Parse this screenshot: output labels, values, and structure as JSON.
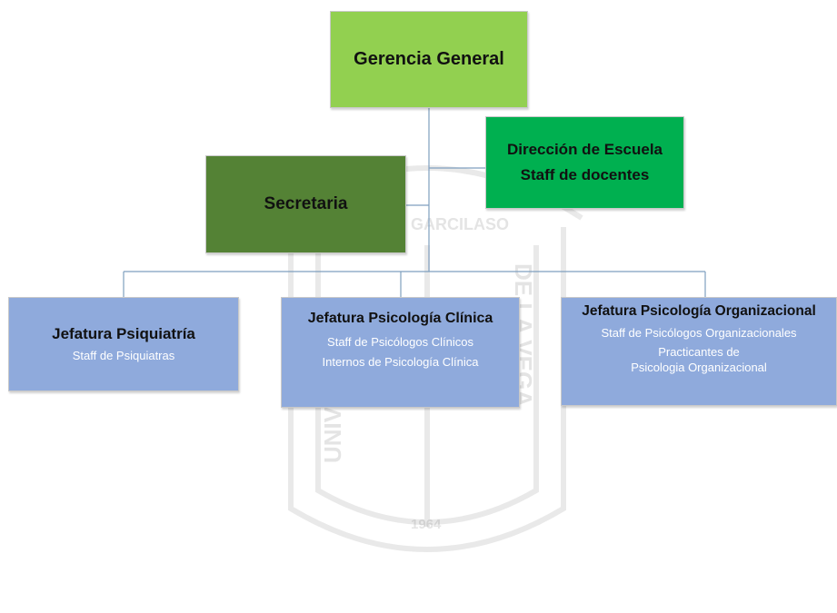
{
  "gerencia": {
    "title": "Gerencia General"
  },
  "direccion": {
    "title": "Dirección de Escuela",
    "subtitle": "Staff de docentes"
  },
  "secretaria": {
    "title": "Secretaria"
  },
  "psiquiatria": {
    "title": "Jefatura Psiquiatría",
    "lines": [
      "Staff de Psiquiatras"
    ]
  },
  "clinica": {
    "title": "Jefatura Psicología Clínica",
    "lines": [
      "Staff de Psicólogos Clínicos",
      "Internos de Psicología Clínica"
    ]
  },
  "organizacional": {
    "title": "Jefatura Psicología Organizacional",
    "lines": [
      "Staff de Psicólogos Organizacionales",
      "Practicantes de Psicologia Organizacional"
    ]
  },
  "watermark": {
    "arc_text": "GARCILASO",
    "side_left": "UNIVERSIDAD",
    "side_right": "DE LA VEGA",
    "year": "1964"
  },
  "colors": {
    "top": "#92d050",
    "direccion": "#00b050",
    "secretaria": "#548235",
    "jefaturas": "#8faadc",
    "connector": "#7f9fbf"
  }
}
